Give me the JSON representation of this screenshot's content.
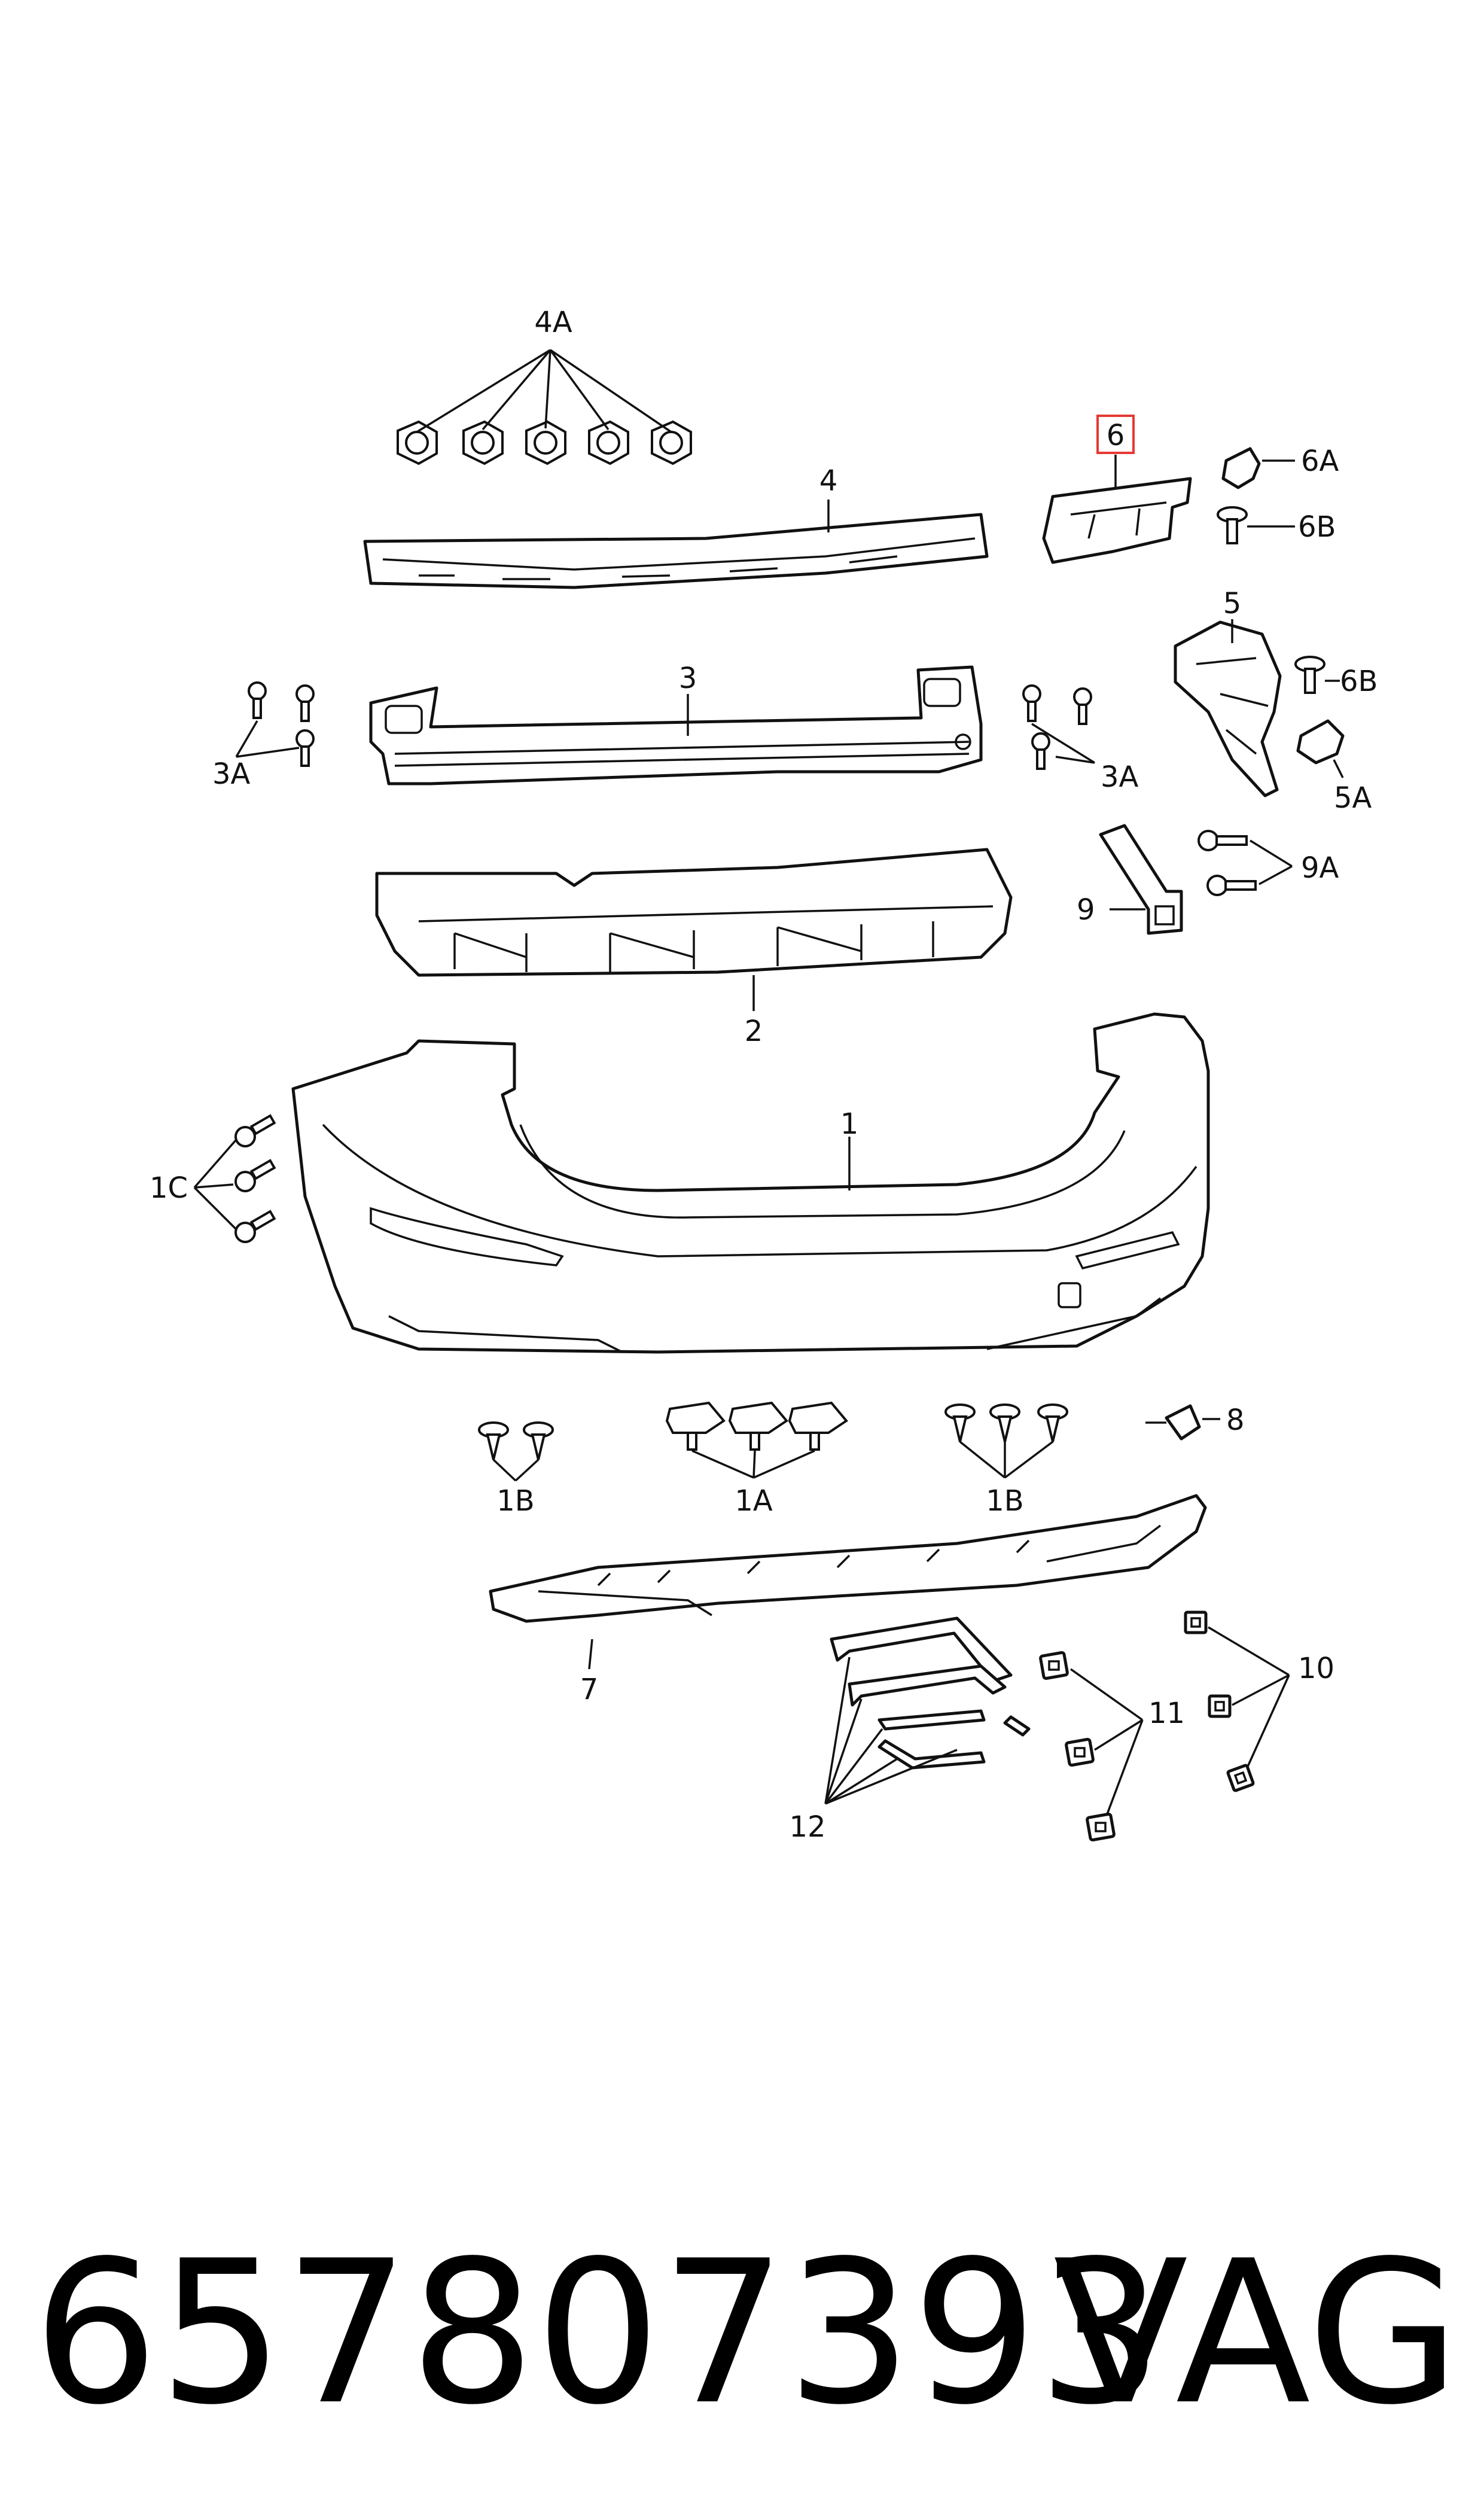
{
  "diagram": {
    "callouts": {
      "c1": "1",
      "c1A": "1A",
      "c1B_left": "1B",
      "c1B_right": "1B",
      "c1C": "1C",
      "c2": "2",
      "c3": "3",
      "c3A_left": "3A",
      "c3A_right": "3A",
      "c4": "4",
      "c4A": "4A",
      "c5": "5",
      "c5A": "5A",
      "c6": "6",
      "c6A": "6A",
      "c6B_top": "6B",
      "c6B_mid": "6B",
      "c7": "7",
      "c8": "8",
      "c9": "9",
      "c9A": "9A",
      "c10": "10",
      "c11": "11",
      "c12": "12"
    },
    "highlight_color": "#e53935"
  },
  "footer": {
    "part_number": "657807393",
    "brand": "VAG"
  }
}
